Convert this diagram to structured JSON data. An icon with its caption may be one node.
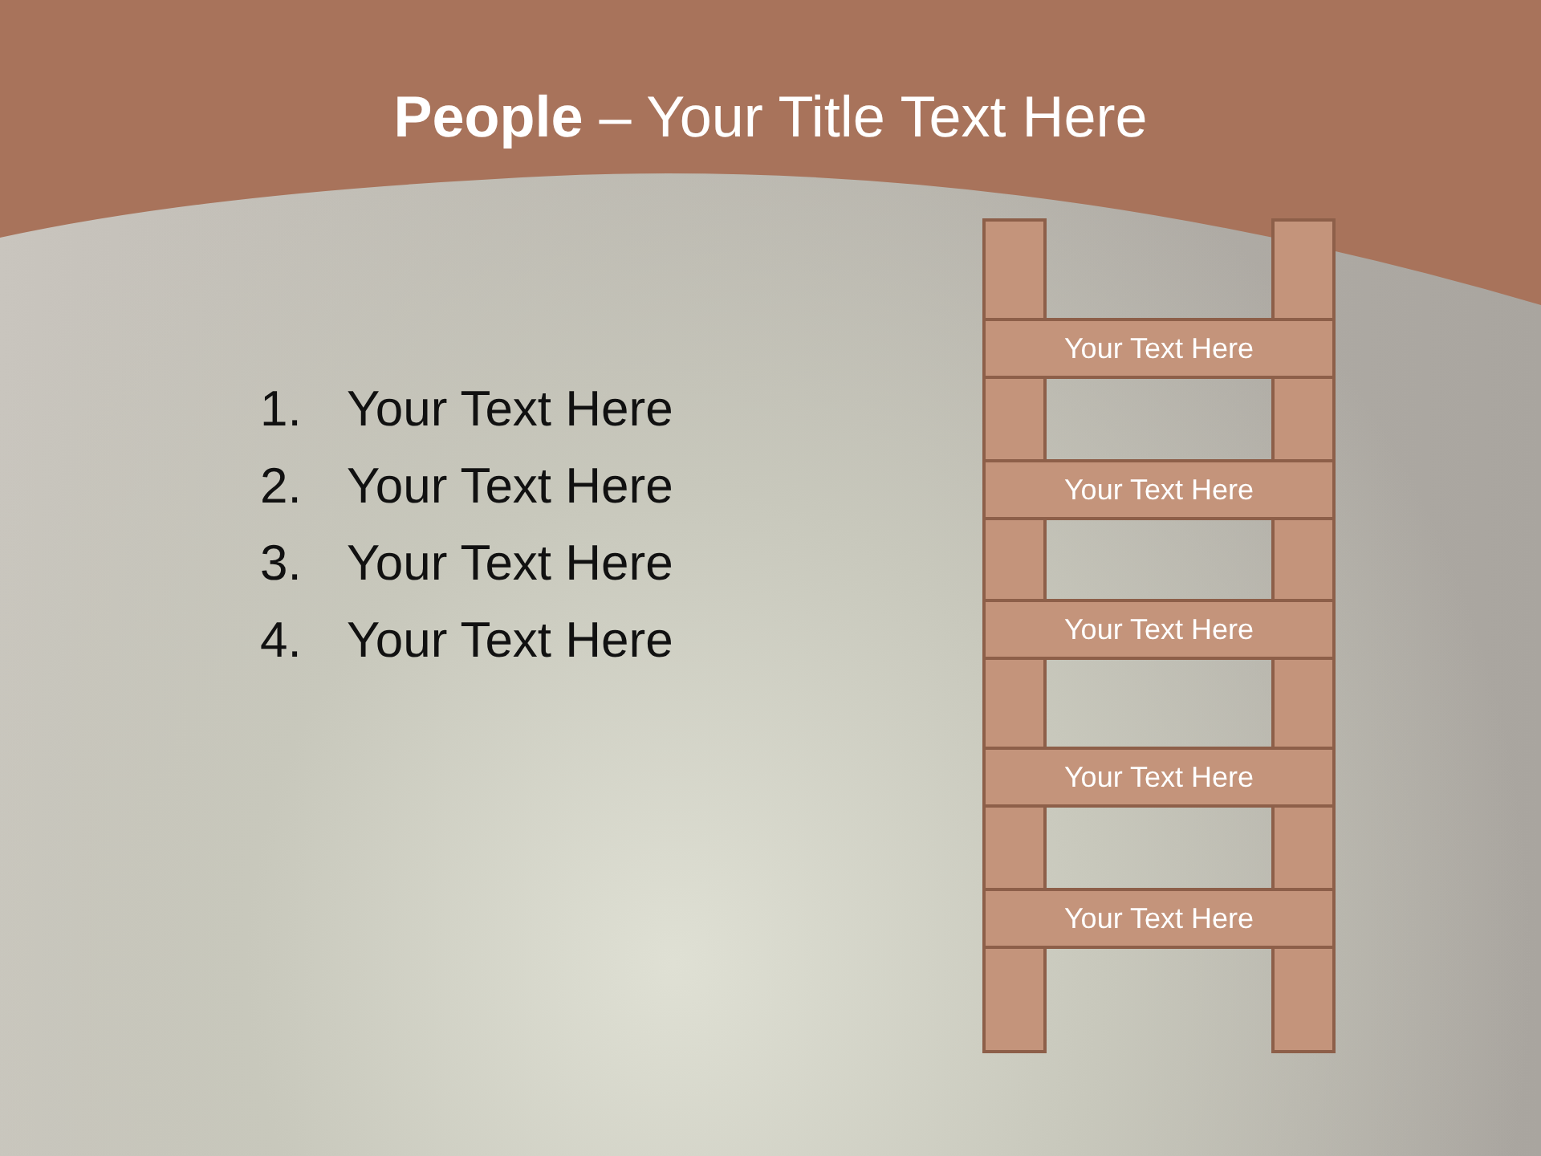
{
  "diagram": {
    "title": "**People** – Your Title Text Here",
    "nodes": [
      {
        "text": [
          "Your Text Here"
        ]
      },
      {
        "text": [
          "Your Text Here"
        ]
      },
      {
        "text": [
          "Your Text Here"
        ]
      },
      {
        "text": [
          "Your Text Here"
        ]
      },
      {
        "text": [
          "Your Text Here"
        ]
      },
      {
        "text": [],
        "shape": "bar"
      },
      {
        "text": [],
        "shape": "bar"
      }
    ],
    "labels": [
      "1.",
      "Your Text Here",
      "2.",
      "Your Text Here",
      "3.",
      "Your Text Here",
      "4.",
      "Your Text Here"
    ]
  }
}
